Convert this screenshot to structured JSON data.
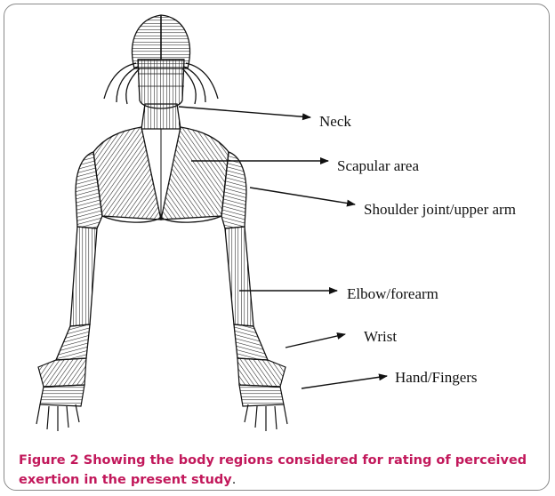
{
  "labels": {
    "neck": "Neck",
    "scapular": "Scapular area",
    "shoulder": "Shoulder joint/upper arm",
    "elbow": "Elbow/forearm",
    "wrist": "Wrist",
    "hand": "Hand/Fingers"
  },
  "caption": {
    "head": "Figure 2",
    "text": " Showing the body regions considered for rating of perceived exertion in the present study",
    "end": "."
  },
  "colors": {
    "caption": "#c2185b",
    "ink": "#111111"
  }
}
